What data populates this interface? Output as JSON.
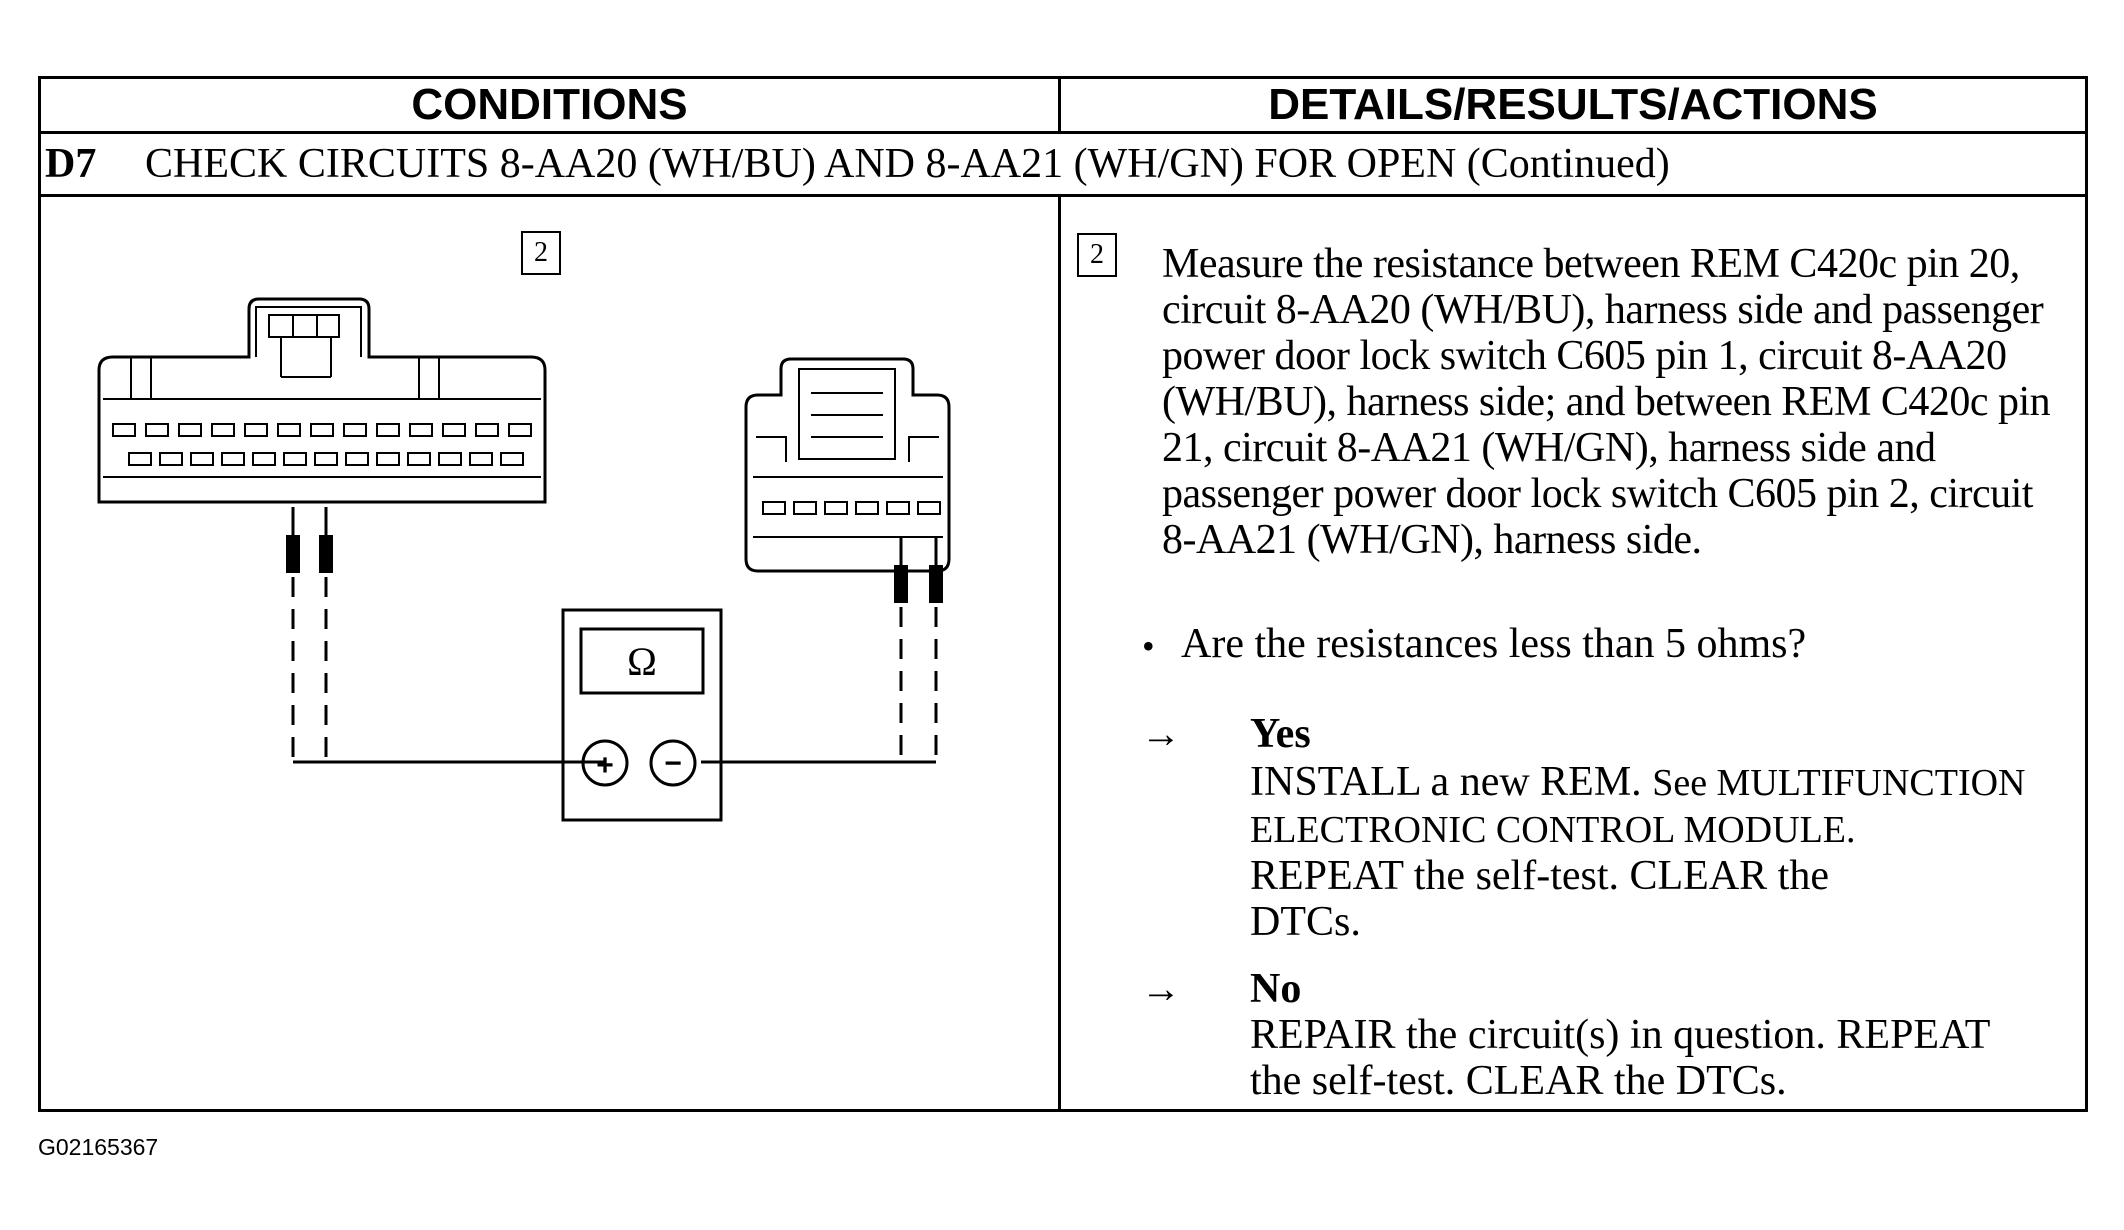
{
  "header": {
    "conditions": "CONDITIONS",
    "details": "DETAILS/RESULTS/ACTIONS"
  },
  "step_row": {
    "code": "D7",
    "title": "CHECK CIRCUITS 8-AA20 (WH/BU) AND 8-AA21 (WH/GN) FOR OPEN (Continued)"
  },
  "diagram": {
    "step_number": "2",
    "meter_symbol": "Ω",
    "plus_symbol": "+",
    "minus_symbol": "−"
  },
  "details": {
    "step_number": "2",
    "instruction": "Measure the resistance between REM C420c pin 20, circuit 8-AA20 (WH/BU), harness side and passenger power door lock switch C605 pin 1, circuit 8-AA20 (WH/BU), harness side; and between REM C420c pin 21, circuit 8-AA21 (WH/GN), harness side and passenger power door lock switch C605 pin 2, circuit 8-AA21 (WH/GN), harness side.",
    "bullet": "•",
    "question": "Are the resistances less than 5 ohms?",
    "arrow": "→",
    "yes_label": "Yes",
    "yes_action_1": "INSTALL a new REM.",
    "yes_reference": "See MULTIFUNCTION ELECTRONIC CONTROL MODULE.",
    "yes_action_2": "REPEAT the self-test. CLEAR the DTCs.",
    "no_label": "No",
    "no_action": "REPAIR the circuit(s) in question. REPEAT the self-test. CLEAR the DTCs."
  },
  "figure_id": "G02165367"
}
